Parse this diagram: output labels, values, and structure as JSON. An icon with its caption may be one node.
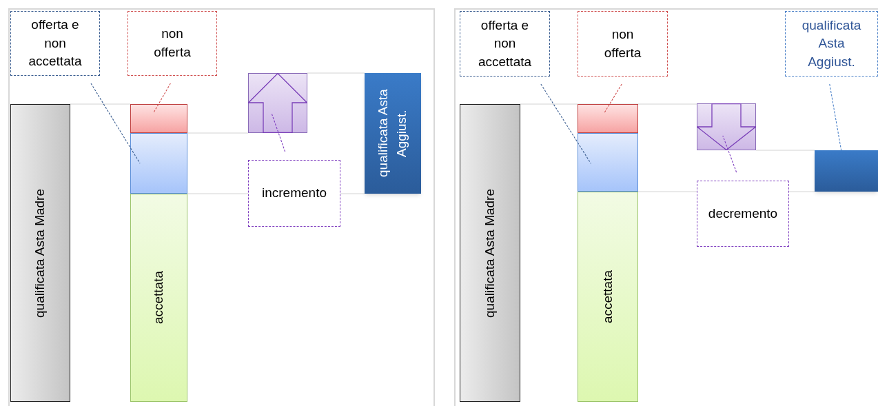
{
  "diagram": {
    "nodes": [
      {
        "text": [
          "offerta e non accettata"
        ]
      },
      {
        "text": [
          "non offerta"
        ]
      },
      {
        "text": [
          "qualificata Asta Madre"
        ]
      },
      {
        "text": [],
        "shape": "bar"
      },
      {
        "text": [],
        "shape": "bar"
      },
      {
        "text": [
          "accettata"
        ]
      },
      {
        "text": [],
        "shape": "arrow"
      },
      {
        "text": [
          "incremento"
        ]
      },
      {
        "text": [
          "qualificata Asta Aggiust."
        ]
      },
      {
        "text": [
          "offerta e non accettata"
        ]
      },
      {
        "text": [
          "non offerta"
        ]
      },
      {
        "text": [
          "qualificata Asta Madre"
        ]
      },
      {
        "text": [],
        "shape": "bar"
      },
      {
        "text": [],
        "shape": "bar"
      },
      {
        "text": [
          "accettata"
        ]
      },
      {
        "text": [],
        "shape": "arrow"
      },
      {
        "text": [
          "decremento"
        ]
      },
      {
        "text": [
          "qualificata Asta Aggiust."
        ]
      },
      {
        "text": [],
        "shape": "bar"
      }
    ],
    "edges": [
      {
        "from": 0,
        "to": 4,
        "arrow": "none",
        "style": "dashed",
        "color": "#3b5e91"
      },
      {
        "from": 1,
        "to": 3,
        "arrow": "none",
        "style": "dashed",
        "color": "#d05050"
      },
      {
        "from": 7,
        "to": 6,
        "arrow": "none",
        "style": "dashed",
        "color": "#8040c0"
      },
      {
        "from": 9,
        "to": 13,
        "arrow": "none",
        "style": "dashed",
        "color": "#3b5e91"
      },
      {
        "from": 10,
        "to": 12,
        "arrow": "none",
        "style": "dashed",
        "color": "#d05050"
      },
      {
        "from": 16,
        "to": 15,
        "arrow": "none",
        "style": "dashed",
        "color": "#8040c0"
      },
      {
        "from": 17,
        "to": 18,
        "arrow": "none",
        "style": "dashed",
        "color": "#4a80c8"
      },
      {
        "from": 2,
        "to": 3,
        "arrow": "none",
        "color": "#d4d4d4"
      },
      {
        "from": 3,
        "to": 6,
        "arrow": "none",
        "color": "#d4d4d4"
      },
      {
        "from": 6,
        "to": 8,
        "arrow": "none",
        "color": "#d4d4d4"
      },
      {
        "from": 4,
        "to": 7,
        "arrow": "none",
        "color": "#d4d4d4"
      },
      {
        "from": 7,
        "to": 8,
        "arrow": "none",
        "color": "#d4d4d4"
      },
      {
        "from": 11,
        "to": 15,
        "arrow": "none",
        "color": "#d4d4d4"
      },
      {
        "from": 15,
        "to": 18,
        "arrow": "none",
        "color": "#d4d4d4"
      },
      {
        "from": 13,
        "to": 16,
        "arrow": "none",
        "color": "#d4d4d4"
      },
      {
        "from": 16,
        "to": 18,
        "arrow": "none",
        "color": "#d4d4d4"
      }
    ]
  }
}
